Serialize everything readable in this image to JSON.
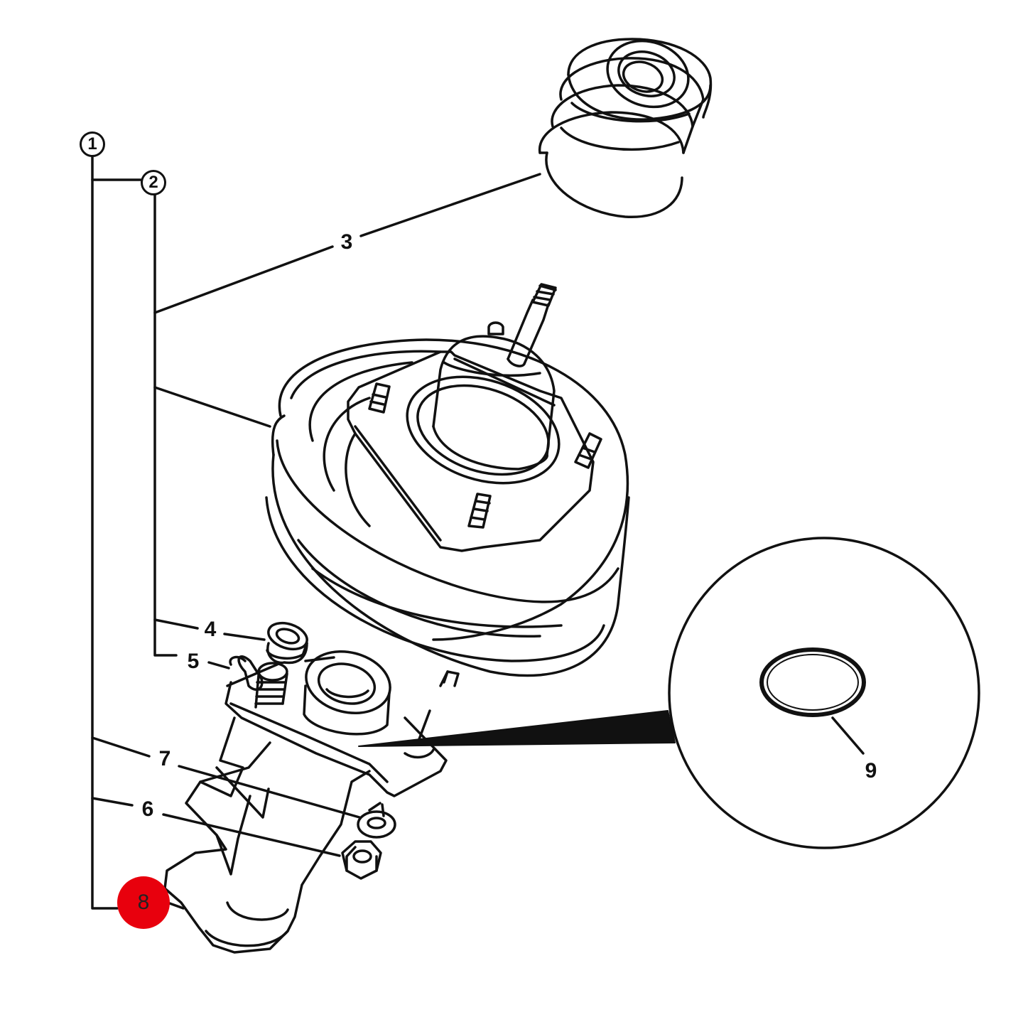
{
  "diagram": {
    "callouts": [
      {
        "id": "c1",
        "text": "1",
        "style": "circled"
      },
      {
        "id": "c2",
        "text": "2",
        "style": "circled"
      },
      {
        "id": "c3",
        "text": "3",
        "style": "plain"
      },
      {
        "id": "c4",
        "text": "4",
        "style": "plain"
      },
      {
        "id": "c5",
        "text": "5",
        "style": "plain"
      },
      {
        "id": "c6",
        "text": "6",
        "style": "plain"
      },
      {
        "id": "c7",
        "text": "7",
        "style": "plain"
      },
      {
        "id": "c8",
        "text": "8",
        "style": "highlighted"
      },
      {
        "id": "c9",
        "text": "9",
        "style": "plain"
      }
    ],
    "colors": {
      "line": "#111111",
      "background": "#ffffff",
      "highlight": "#e8000d"
    }
  }
}
